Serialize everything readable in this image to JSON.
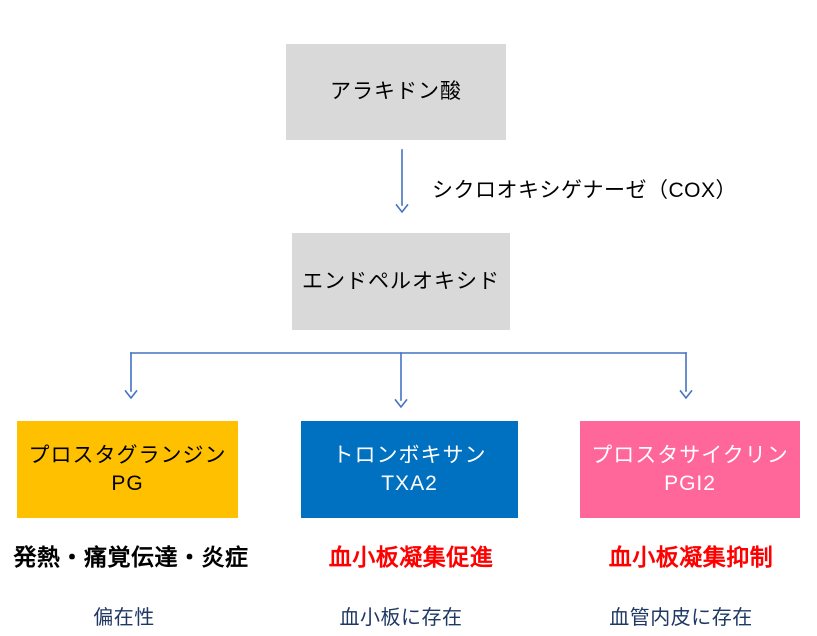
{
  "flow": {
    "background": "#FFFFFF",
    "connector_color": "#4472C4",
    "location_color": "#1F3864",
    "source": {
      "label": "アラキドン酸",
      "bg": "#D9D9D9",
      "text_color": "#000000"
    },
    "enzyme_label": "シクロオキシゲナーゼ（COX）",
    "intermediate": {
      "label": "エンドペルオキシド",
      "bg": "#D9D9D9",
      "text_color": "#000000"
    },
    "products": [
      {
        "name": "プロスタグランジン",
        "abbr": "PG",
        "bg": "#FFC000",
        "text_color": "#000000",
        "effect": "発熱・痛覚伝達・炎症",
        "effect_color": "#000000",
        "location": "偏在性"
      },
      {
        "name": "トロンボキサン",
        "abbr": "TXA2",
        "bg": "#0070C0",
        "text_color": "#FFFFFF",
        "effect": "血小板凝集促進",
        "effect_color": "#FF0000",
        "location": "血小板に存在"
      },
      {
        "name": "プロスタサイクリン",
        "abbr": "PGI2",
        "bg": "#FF6699",
        "text_color": "#FFFFFF",
        "effect": "血小板凝集抑制",
        "effect_color": "#FF0000",
        "location": "血管内皮に存在"
      }
    ]
  }
}
